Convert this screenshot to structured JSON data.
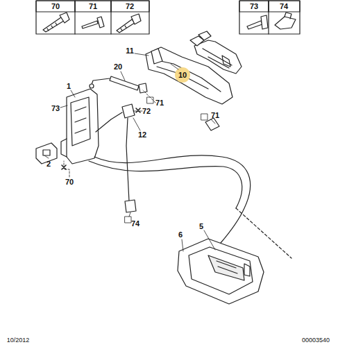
{
  "diagram": {
    "labels": [
      "70",
      "71",
      "72",
      "73",
      "74",
      "11",
      "10",
      "20",
      "1",
      "73",
      "71",
      "72",
      "71",
      "12",
      "2",
      "70",
      "74",
      "5",
      "6",
      "10/2012",
      "00003540"
    ]
  }
}
